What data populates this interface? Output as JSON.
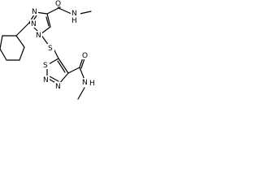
{
  "atoms": {
    "n1": "N",
    "n2": "N",
    "n3": "N",
    "o1": "O",
    "nh1": "N",
    "h1": "H",
    "s_bridge": "S",
    "s_ring": "S",
    "n4": "N",
    "n5": "N",
    "o2": "O",
    "nh2": "N",
    "h2": "H"
  }
}
